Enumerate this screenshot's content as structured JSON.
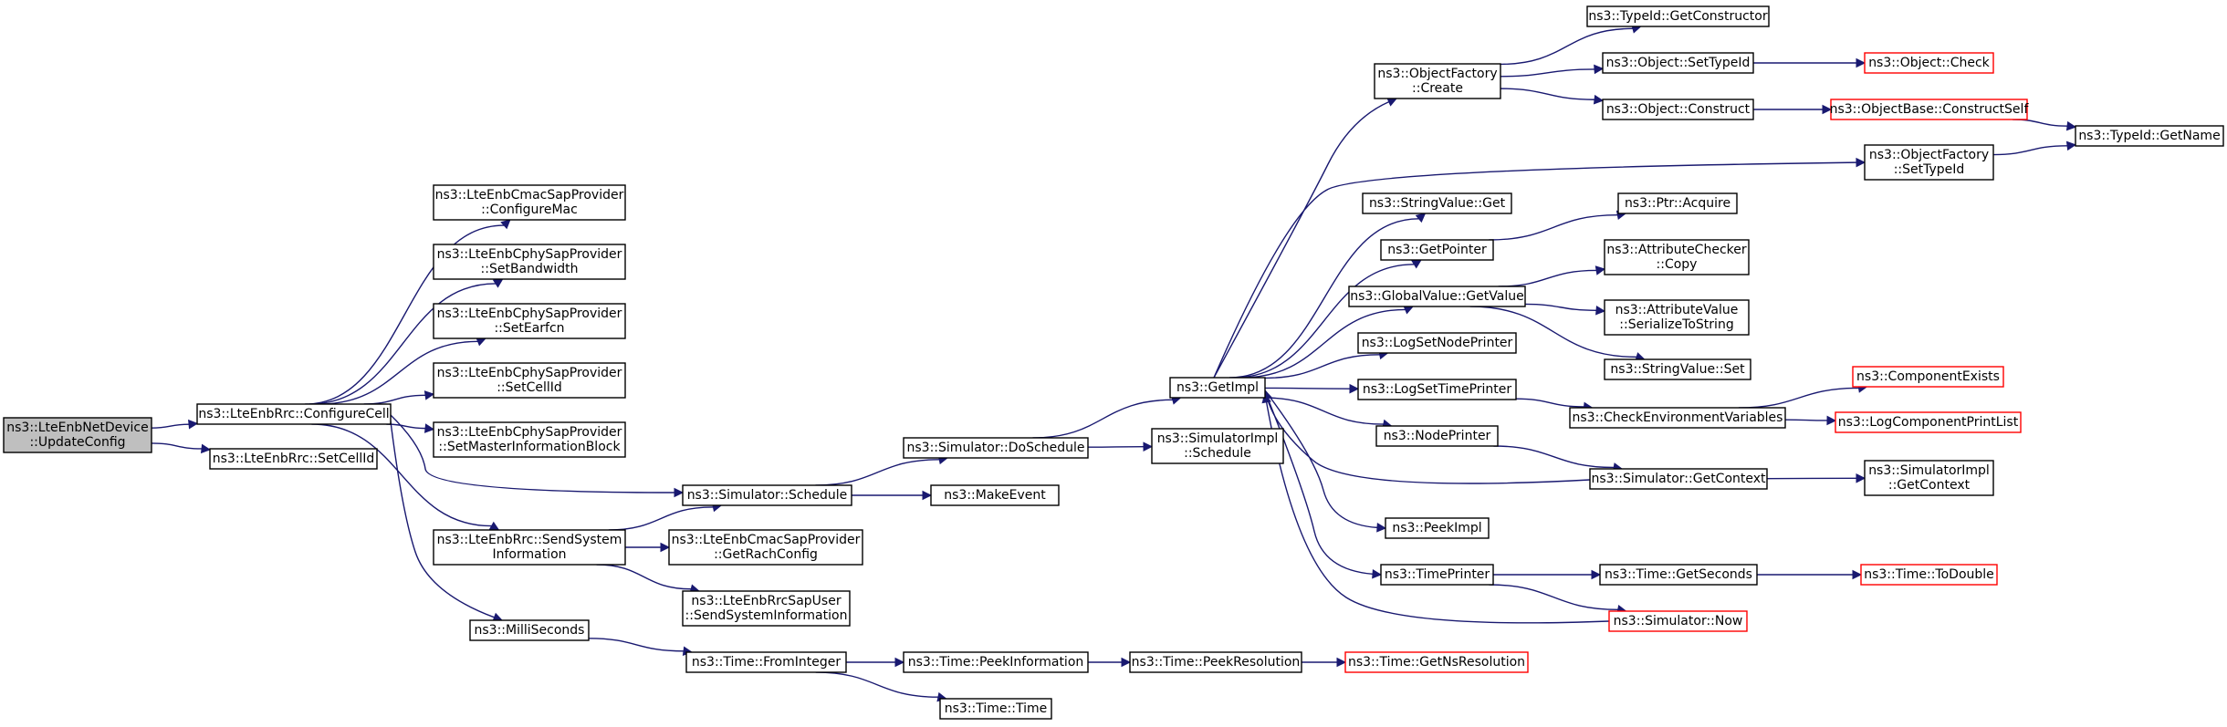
{
  "colors": {
    "edge": "#191970",
    "node_border": "#000000",
    "node_border_truncated": "#ff0000",
    "root_fill": "#bfbfbf",
    "node_fill": "#ffffff"
  },
  "nodes": [
    {
      "id": "root",
      "lines": [
        "ns3::LteEnbNetDevice",
        "::UpdateConfig"
      ],
      "style": "root"
    },
    {
      "id": "configure_cell",
      "lines": [
        "ns3::LteEnbRrc::ConfigureCell"
      ],
      "style": "normal"
    },
    {
      "id": "set_cell_id_rrc",
      "lines": [
        "ns3::LteEnbRrc::SetCellId"
      ],
      "style": "normal"
    },
    {
      "id": "configure_mac",
      "lines": [
        "ns3::LteEnbCmacSapProvider",
        "::ConfigureMac"
      ],
      "style": "normal"
    },
    {
      "id": "set_bandwidth",
      "lines": [
        "ns3::LteEnbCphySapProvider",
        "::SetBandwidth"
      ],
      "style": "normal"
    },
    {
      "id": "set_earfcn",
      "lines": [
        "ns3::LteEnbCphySapProvider",
        "::SetEarfcn"
      ],
      "style": "normal"
    },
    {
      "id": "set_cellid_phy",
      "lines": [
        "ns3::LteEnbCphySapProvider",
        "::SetCellId"
      ],
      "style": "normal"
    },
    {
      "id": "set_mib",
      "lines": [
        "ns3::LteEnbCphySapProvider",
        "::SetMasterInformationBlock"
      ],
      "style": "normal"
    },
    {
      "id": "send_sys_info",
      "lines": [
        "ns3::LteEnbRrc::SendSystem",
        "Information"
      ],
      "style": "normal"
    },
    {
      "id": "milliseconds",
      "lines": [
        "ns3::MilliSeconds"
      ],
      "style": "normal"
    },
    {
      "id": "sim_schedule",
      "lines": [
        "ns3::Simulator::Schedule"
      ],
      "style": "normal"
    },
    {
      "id": "get_rach_config",
      "lines": [
        "ns3::LteEnbCmacSapProvider",
        "::GetRachConfig"
      ],
      "style": "normal"
    },
    {
      "id": "send_sys_info_user",
      "lines": [
        "ns3::LteEnbRrcSapUser",
        "::SendSystemInformation"
      ],
      "style": "normal"
    },
    {
      "id": "time_from_integer",
      "lines": [
        "ns3::Time::FromInteger"
      ],
      "style": "normal"
    },
    {
      "id": "sim_do_schedule",
      "lines": [
        "ns3::Simulator::DoSchedule"
      ],
      "style": "normal"
    },
    {
      "id": "make_event",
      "lines": [
        "ns3::MakeEvent"
      ],
      "style": "normal"
    },
    {
      "id": "time_peek_info",
      "lines": [
        "ns3::Time::PeekInformation"
      ],
      "style": "normal"
    },
    {
      "id": "time_time",
      "lines": [
        "ns3::Time::Time"
      ],
      "style": "normal"
    },
    {
      "id": "get_impl",
      "lines": [
        "ns3::GetImpl"
      ],
      "style": "normal"
    },
    {
      "id": "simimpl_schedule",
      "lines": [
        "ns3::SimulatorImpl",
        "::Schedule"
      ],
      "style": "normal"
    },
    {
      "id": "time_peek_res",
      "lines": [
        "ns3::Time::PeekResolution"
      ],
      "style": "normal"
    },
    {
      "id": "object_factory_create",
      "lines": [
        "ns3::ObjectFactory",
        "::Create"
      ],
      "style": "normal"
    },
    {
      "id": "stringvalue_get",
      "lines": [
        "ns3::StringValue::Get"
      ],
      "style": "normal"
    },
    {
      "id": "get_pointer",
      "lines": [
        "ns3::GetPointer"
      ],
      "style": "normal"
    },
    {
      "id": "globalvalue_getvalue",
      "lines": [
        "ns3::GlobalValue::GetValue"
      ],
      "style": "normal"
    },
    {
      "id": "log_set_node_printer",
      "lines": [
        "ns3::LogSetNodePrinter"
      ],
      "style": "normal"
    },
    {
      "id": "log_set_time_printer",
      "lines": [
        "ns3::LogSetTimePrinter"
      ],
      "style": "normal"
    },
    {
      "id": "node_printer",
      "lines": [
        "ns3::NodePrinter"
      ],
      "style": "normal"
    },
    {
      "id": "peek_impl",
      "lines": [
        "ns3::PeekImpl"
      ],
      "style": "normal"
    },
    {
      "id": "time_printer",
      "lines": [
        "ns3::TimePrinter"
      ],
      "style": "normal"
    },
    {
      "id": "time_get_ns_res",
      "lines": [
        "ns3::Time::GetNsResolution"
      ],
      "style": "truncated"
    },
    {
      "id": "typeid_get_constructor",
      "lines": [
        "ns3::TypeId::GetConstructor"
      ],
      "style": "normal"
    },
    {
      "id": "object_set_type_id",
      "lines": [
        "ns3::Object::SetTypeId"
      ],
      "style": "normal"
    },
    {
      "id": "object_construct",
      "lines": [
        "ns3::Object::Construct"
      ],
      "style": "normal"
    },
    {
      "id": "object_factory_set_type_id",
      "lines": [
        "ns3::ObjectFactory",
        "::SetTypeId"
      ],
      "style": "normal"
    },
    {
      "id": "ptr_acquire",
      "lines": [
        "ns3::Ptr::Acquire"
      ],
      "style": "normal"
    },
    {
      "id": "attr_checker_copy",
      "lines": [
        "ns3::AttributeChecker",
        "::Copy"
      ],
      "style": "normal"
    },
    {
      "id": "attr_value_serialize",
      "lines": [
        "ns3::AttributeValue",
        "::SerializeToString"
      ],
      "style": "normal"
    },
    {
      "id": "stringvalue_set",
      "lines": [
        "ns3::StringValue::Set"
      ],
      "style": "normal"
    },
    {
      "id": "check_env_vars",
      "lines": [
        "ns3::CheckEnvironmentVariables"
      ],
      "style": "normal"
    },
    {
      "id": "sim_get_context",
      "lines": [
        "ns3::Simulator::GetContext"
      ],
      "style": "normal"
    },
    {
      "id": "time_get_seconds",
      "lines": [
        "ns3::Time::GetSeconds"
      ],
      "style": "normal"
    },
    {
      "id": "sim_now",
      "lines": [
        "ns3::Simulator::Now"
      ],
      "style": "truncated"
    },
    {
      "id": "object_check",
      "lines": [
        "ns3::Object::Check"
      ],
      "style": "truncated"
    },
    {
      "id": "objectbase_construct_self",
      "lines": [
        "ns3::ObjectBase::ConstructSelf"
      ],
      "style": "truncated"
    },
    {
      "id": "component_exists",
      "lines": [
        "ns3::ComponentExists"
      ],
      "style": "truncated"
    },
    {
      "id": "log_component_print_list",
      "lines": [
        "ns3::LogComponentPrintList"
      ],
      "style": "truncated"
    },
    {
      "id": "simimpl_get_context",
      "lines": [
        "ns3::SimulatorImpl",
        "::GetContext"
      ],
      "style": "normal"
    },
    {
      "id": "time_to_double",
      "lines": [
        "ns3::Time::ToDouble"
      ],
      "style": "truncated"
    },
    {
      "id": "typeid_get_name",
      "lines": [
        "ns3::TypeId::GetName"
      ],
      "style": "normal"
    }
  ],
  "edges": [
    [
      "root",
      "configure_cell"
    ],
    [
      "root",
      "set_cell_id_rrc"
    ],
    [
      "configure_cell",
      "configure_mac"
    ],
    [
      "configure_cell",
      "set_bandwidth"
    ],
    [
      "configure_cell",
      "set_earfcn"
    ],
    [
      "configure_cell",
      "set_cellid_phy"
    ],
    [
      "configure_cell",
      "set_mib"
    ],
    [
      "configure_cell",
      "send_sys_info"
    ],
    [
      "configure_cell",
      "milliseconds"
    ],
    [
      "configure_cell",
      "sim_schedule"
    ],
    [
      "send_sys_info",
      "sim_schedule"
    ],
    [
      "send_sys_info",
      "get_rach_config"
    ],
    [
      "send_sys_info",
      "send_sys_info_user"
    ],
    [
      "milliseconds",
      "time_from_integer"
    ],
    [
      "sim_schedule",
      "sim_do_schedule"
    ],
    [
      "sim_schedule",
      "make_event"
    ],
    [
      "time_from_integer",
      "time_peek_info"
    ],
    [
      "time_from_integer",
      "time_time"
    ],
    [
      "sim_do_schedule",
      "get_impl"
    ],
    [
      "sim_do_schedule",
      "simimpl_schedule"
    ],
    [
      "time_peek_info",
      "time_peek_res"
    ],
    [
      "time_peek_res",
      "time_get_ns_res"
    ],
    [
      "get_impl",
      "object_factory_create"
    ],
    [
      "get_impl",
      "object_factory_set_type_id"
    ],
    [
      "get_impl",
      "stringvalue_get"
    ],
    [
      "get_impl",
      "get_pointer"
    ],
    [
      "get_impl",
      "globalvalue_getvalue"
    ],
    [
      "get_impl",
      "log_set_node_printer"
    ],
    [
      "get_impl",
      "log_set_time_printer"
    ],
    [
      "get_impl",
      "node_printer"
    ],
    [
      "get_impl",
      "peek_impl"
    ],
    [
      "get_impl",
      "time_printer"
    ],
    [
      "sim_get_context",
      "get_impl"
    ],
    [
      "sim_now",
      "get_impl"
    ],
    [
      "object_factory_create",
      "typeid_get_constructor"
    ],
    [
      "object_factory_create",
      "object_set_type_id"
    ],
    [
      "object_factory_create",
      "object_construct"
    ],
    [
      "object_set_type_id",
      "object_check"
    ],
    [
      "object_construct",
      "objectbase_construct_self"
    ],
    [
      "objectbase_construct_self",
      "typeid_get_name"
    ],
    [
      "object_factory_set_type_id",
      "typeid_get_name"
    ],
    [
      "get_pointer",
      "ptr_acquire"
    ],
    [
      "globalvalue_getvalue",
      "attr_checker_copy"
    ],
    [
      "globalvalue_getvalue",
      "attr_value_serialize"
    ],
    [
      "globalvalue_getvalue",
      "stringvalue_set"
    ],
    [
      "log_set_time_printer",
      "check_env_vars"
    ],
    [
      "check_env_vars",
      "component_exists"
    ],
    [
      "check_env_vars",
      "log_component_print_list"
    ],
    [
      "node_printer",
      "sim_get_context"
    ],
    [
      "sim_get_context",
      "simimpl_get_context"
    ],
    [
      "time_printer",
      "time_get_seconds"
    ],
    [
      "time_printer",
      "sim_now"
    ],
    [
      "time_get_seconds",
      "time_to_double"
    ]
  ]
}
